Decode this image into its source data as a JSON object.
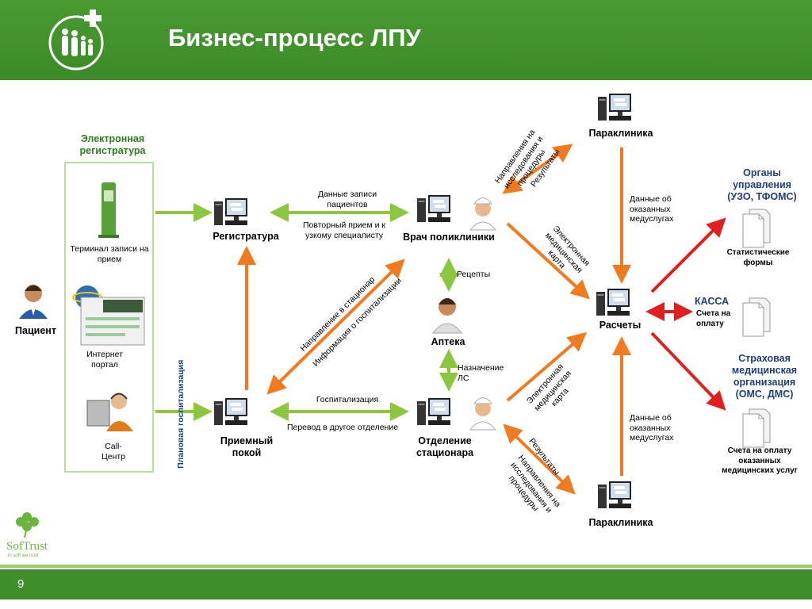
{
  "header": {
    "title": "Бизнес-процесс ЛПУ"
  },
  "footer": {
    "page_number": "9",
    "brand": "SofTrust",
    "brand_tagline": "in soft we trust"
  },
  "e_registry": {
    "title": "Электронная регистратура",
    "terminal": "Терминал записи на прием",
    "portal": "Интернет портал",
    "callcenter": "Call-Центр"
  },
  "nodes": {
    "patient": "Пациент",
    "registry": "Регистратура",
    "doctor": "Врач поликлиники",
    "pharmacy": "Аптека",
    "admission": "Приемный покой",
    "department": "Отделение стационара",
    "paraclinic_top": "Параклиника",
    "paraclinic_bottom": "Параклиника",
    "billing": "Расчеты",
    "mgmt": "Органы управления (УЗО, ТФОМС)",
    "mgmt_doc": "Статистические формы",
    "cashier": "КАССА",
    "cashier_doc": "Счета на оплату",
    "insurance": "Страховая медицинская организация (ОМС, ДМС)",
    "insurance_doc": "Счета на оплату оказанных медицинских услуг"
  },
  "edges": {
    "reg_doc_top": "Данные записи пациентов",
    "reg_doc_bottom": "Повторный прием и к узкому специалисту",
    "prescriptions": "Рецепты",
    "drug_assignment": "Назначение ЛС",
    "hospitalization": "Госпитализация",
    "transfer": "Перевод в другое отделение",
    "hosp_direction": "Направление в стационар",
    "hosp_info": "Информация о госпитализации",
    "planned_hosp": "Плановая госпитализация",
    "directions_top": "Направления на исследования и процедуры",
    "results_top": "Результаты",
    "emc_top": "Электронная медицинская карта",
    "services_top": "Данные об оказанных медуслугах",
    "emc_bottom": "Электронная медицинская карта",
    "services_bottom": "Данные об оказанных медуслугах",
    "results_bottom": "Результаты",
    "directions_bottom": "Направления на исследования и процедуры"
  },
  "colors": {
    "header": "#3f8d2b",
    "orange_arrow": "#f07a1f",
    "green_arrow": "#8cc63f",
    "red_arrow": "#e02020",
    "blue_text": "#1f3e7a"
  }
}
